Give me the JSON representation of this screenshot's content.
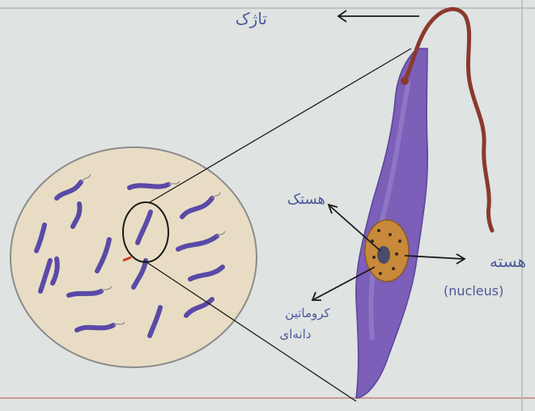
{
  "labels": {
    "flagellum": "تاژک",
    "nucleolus": "هستک",
    "nucleus_fa": "هسته",
    "nucleus_en": "(nucleus)",
    "chromatin_line1": "کروماتین",
    "chromatin_line2": "دانه‌ای"
  },
  "colors": {
    "paper": "#dfe3e1",
    "cell_body": "#7b5fb8",
    "cell_body_light": "#9b86cf",
    "flagellum": "#8a3a2e",
    "nucleus": "#c88a3a",
    "blood_smear": "#e8ddc4",
    "parasite": "#5a4aa8",
    "ink": "#4a5a9a"
  }
}
